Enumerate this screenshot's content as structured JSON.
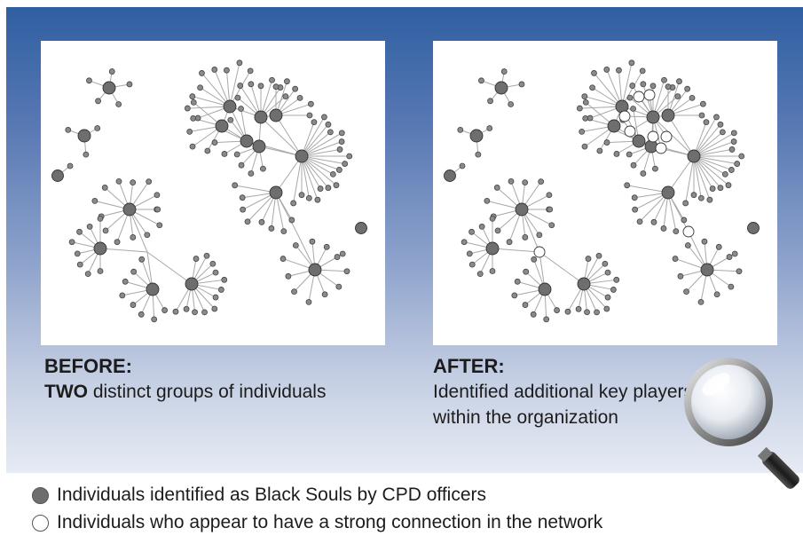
{
  "before": {
    "heading": "BEFORE:",
    "lead": "TWO",
    "text": "distinct groups of individuals"
  },
  "after": {
    "heading": "AFTER:",
    "text": "Identified additional key players within the organization"
  },
  "legend": [
    {
      "label": "Individuals identified as Black Souls by CPD officers",
      "color": "#6e6e6e"
    },
    {
      "label": "Individuals who appear to have a strong connection in the network",
      "color": "#ffffff"
    }
  ],
  "colors": {
    "banner_top": "#2f5fa2",
    "node_dark": "#6e6e6e",
    "node_light": "#ffffff",
    "edge": "#a8a8a8"
  },
  "icons": [
    "magnifying-glass-icon"
  ]
}
